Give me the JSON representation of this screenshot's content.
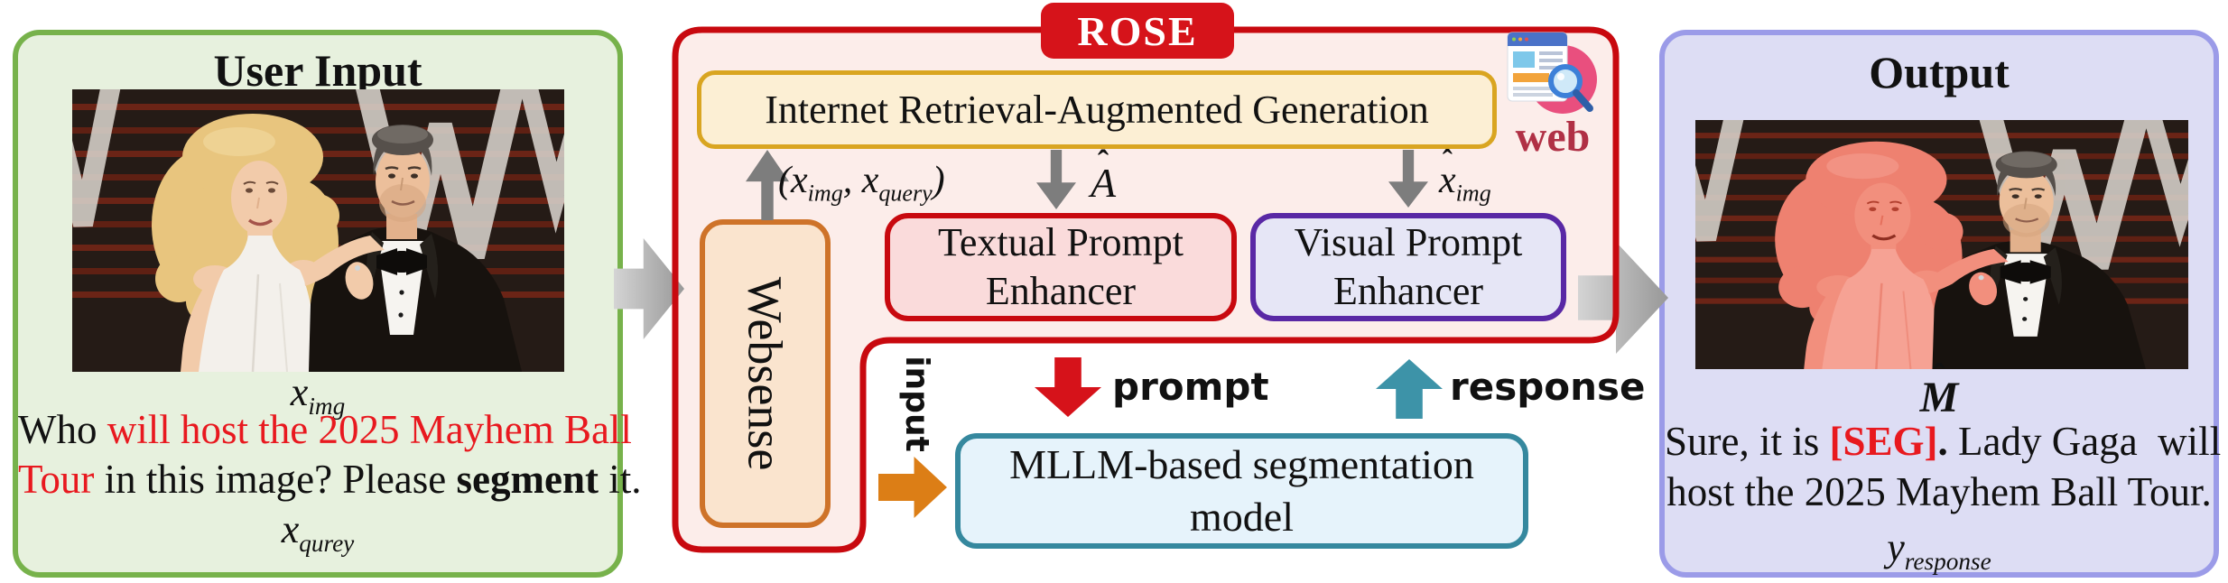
{
  "left_panel": {
    "title": "User Input",
    "image_caption": {
      "base": "x",
      "sub": "img"
    },
    "query_lines": [
      [
        {
          "t": "Who "
        },
        {
          "t": "will host the 2025 Mayhem Ball",
          "c": "r"
        }
      ],
      [
        {
          "t": "Tour",
          "c": "r"
        },
        {
          "t": " in this image? Please "
        },
        {
          "t": "segment",
          "b": true
        },
        {
          "t": " it."
        }
      ]
    ],
    "query_caption": {
      "base": "x",
      "sub": "qurey"
    }
  },
  "rose": {
    "badge": "ROSE",
    "irag_label": "Internet Retrieval-Augmented Generation",
    "web_icon_label": "web",
    "websense_label": "Websense",
    "retrieval_input_label": {
      "parts": [
        {
          "text": "("
        },
        {
          "base": "x",
          "sub": "img"
        },
        {
          "text": ", "
        },
        {
          "base": "x",
          "sub": "query"
        },
        {
          "text": ")"
        }
      ]
    },
    "answer_label": {
      "base": "A",
      "hat": true
    },
    "enhanced_image_label": {
      "base": "x",
      "sub": "img",
      "hat": true
    },
    "textual_enhancer_lines": [
      "Textual Prompt",
      "Enhancer"
    ],
    "visual_enhancer_lines": [
      "Visual Prompt",
      "Enhancer"
    ],
    "mllm_lines": [
      "MLLM-based segmentation",
      "model"
    ],
    "input_arrow_label": "input",
    "prompt_arrow_label": "prompt",
    "response_arrow_label": "response"
  },
  "right_panel": {
    "title": "Output",
    "mask_caption": {
      "base": "M",
      "hat": true
    },
    "segmentation_mask_color": "#ef6f5e",
    "response_lines": [
      [
        {
          "t": "Sure, it is "
        },
        {
          "t": "[SEG]",
          "c": "r",
          "b": true
        },
        {
          "t": ".",
          "b": true
        },
        {
          "t": " Lady Gaga  will"
        }
      ],
      [
        {
          "t": "host the 2025 Mayhem Ball Tour."
        }
      ]
    ],
    "response_caption": {
      "base": "y",
      "sub": "response"
    }
  },
  "colors": {
    "green_border": "#77b24b",
    "green_bg": "#e7f1de",
    "red_text": "#e8191f",
    "rose_border": "#c8090f",
    "rose_bg": "#fcedea",
    "rose_badge_bg": "#d6131a",
    "gold_border": "#d9a521",
    "gold_bg": "#fcefd4",
    "orange_border": "#ce7329",
    "orange_bg": "#fae4ce",
    "pink_border": "#c8090f",
    "pink_bg": "#fadbdb",
    "purple_border": "#5928a5",
    "purple_bg": "#e6e6f6",
    "teal_border": "#35889e",
    "teal_bg": "#e6f3fb",
    "lav_border": "#9b9be8",
    "lav_bg": "#ddddf4",
    "arrow_gray": "#7d7d7d",
    "arrow_orange": "#dc7e16",
    "arrow_red": "#d6121a",
    "arrow_teal": "#3d93a8",
    "web_text": "#b03045"
  }
}
